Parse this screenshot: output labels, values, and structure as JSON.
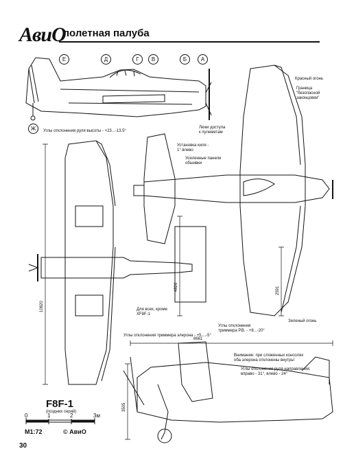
{
  "header": {
    "logo": "АвиО",
    "title": "полетная палуба"
  },
  "markers": {
    "a": "А",
    "b": "Б",
    "v": "В",
    "g": "Г",
    "d": "Д",
    "e": "Е",
    "zh": "Ж"
  },
  "labels": {
    "red_light": "Красный огонь",
    "safe_tip_1": "Граница",
    "safe_tip_2": "\"безопасной",
    "safe_tip_3": "законцовки\"",
    "mg_hatch_1": "Люки доступа",
    "mg_hatch_2": "к пулеметам",
    "elevator_deflection": "Углы отклонения руля высоты - +23...-13.5°",
    "fin_setting_1": "Установка киля -",
    "fin_setting_2": "1° влево",
    "cowl_panel_1": "Усиленные панели",
    "cowl_panel_2": "обшивки",
    "all_except_1": "Для всех, кроме",
    "all_except_2": "XF8F-1",
    "trim_deflection_1": "Углы отклонения",
    "trim_deflection_2": "триммера Р.В. - +8...-20°",
    "green_light": "Зеленый огонь",
    "aileron_trim": "Углы отклонения триммера элерона - +5....-5°",
    "folded_note_1": "Внимание: при сложенных консолях",
    "folded_note_2": "оба элерона отклонены внутрь!",
    "rudder_deflection_1": "Углы отклонения руля направления:",
    "rudder_deflection_2": "вправо - 31°, влево - 24°"
  },
  "dimensions": {
    "span": "10820",
    "tail_span": "4826",
    "length": "8661",
    "height": "2591",
    "folded_height": "3505"
  },
  "footer": {
    "aircraft": "F8F-1",
    "series": "(поздних серий)",
    "scale_0": "0",
    "scale_1": "1",
    "scale_2": "2",
    "scale_3": "3м",
    "scale_ratio": "М1:72",
    "copyright": "© АвиО",
    "page": "30"
  }
}
